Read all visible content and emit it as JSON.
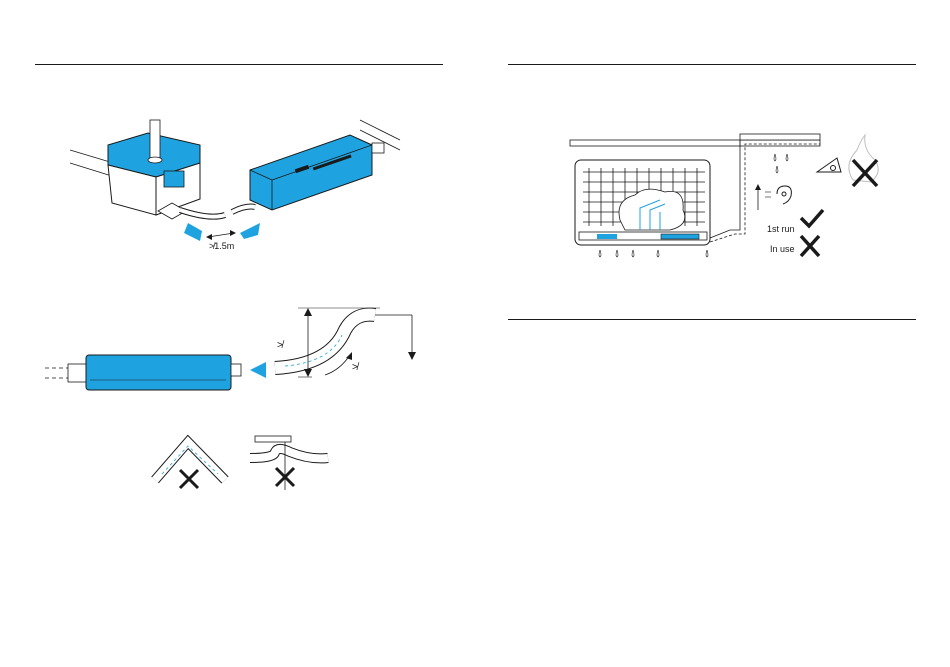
{
  "left_page": {
    "distance_label": "≯1.5m",
    "figures": [
      "pump-connection",
      "pump-lift-height",
      "tube-incorrect-routing"
    ]
  },
  "right_page": {
    "first_run_label": "1st run",
    "in_use_label": "In use",
    "figures": [
      "installation-overview"
    ]
  },
  "colors": {
    "accent": "#1fa3e0",
    "ink": "#1a1a1a",
    "arrow": "#1fa3e0"
  },
  "icons": [
    "check-icon",
    "cross-icon",
    "eye-icon",
    "flame-icon",
    "ear-sound-icon",
    "water-drop-icon",
    "up-arrow-icon"
  ]
}
